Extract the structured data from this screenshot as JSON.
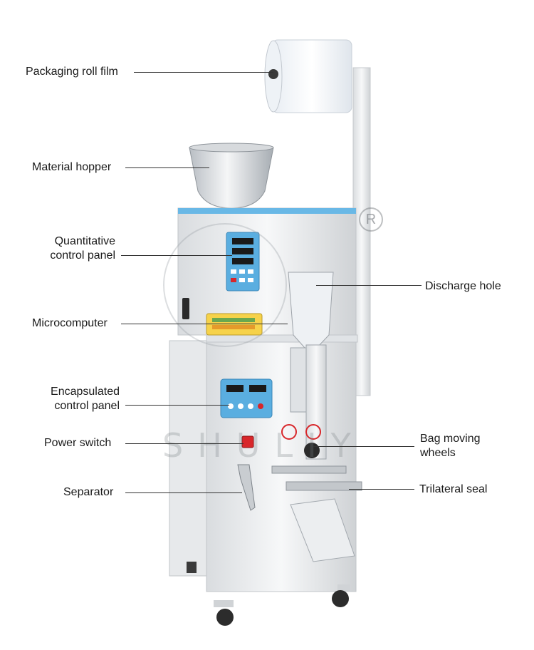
{
  "labels": {
    "packaging_roll_film": "Packaging roll film",
    "material_hopper": "Material hopper",
    "quantitative_control_panel": "Quantitative control panel",
    "microcomputer": "Microcomputer",
    "encapsulated_control_panel": "Encapsulated control panel",
    "power_switch": "Power switch",
    "separator": "Separator",
    "discharge_hole": "Discharge hole",
    "bag_moving_wheels": "Bag moving wheels",
    "trilateral_seal": "Trilateral seal"
  },
  "watermark": {
    "text": "SHULIY",
    "registered_mark": "R"
  },
  "colors": {
    "machine_body": "#f2f3f4",
    "panel_blue": "#5aaee0",
    "accent_red": "#d8262a",
    "leader_line": "#333333"
  }
}
